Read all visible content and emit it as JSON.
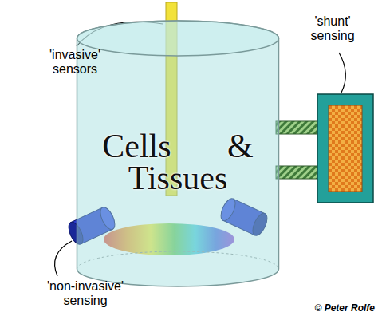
{
  "diagram": {
    "nodes": [
      {
        "text": [
          "Cells & Tissues"
        ]
      }
    ],
    "labels": [
      "'invasive' sensors",
      "'shunt' sensing",
      "'non-invasive' sensing",
      "© Peter Rolfe"
    ]
  }
}
